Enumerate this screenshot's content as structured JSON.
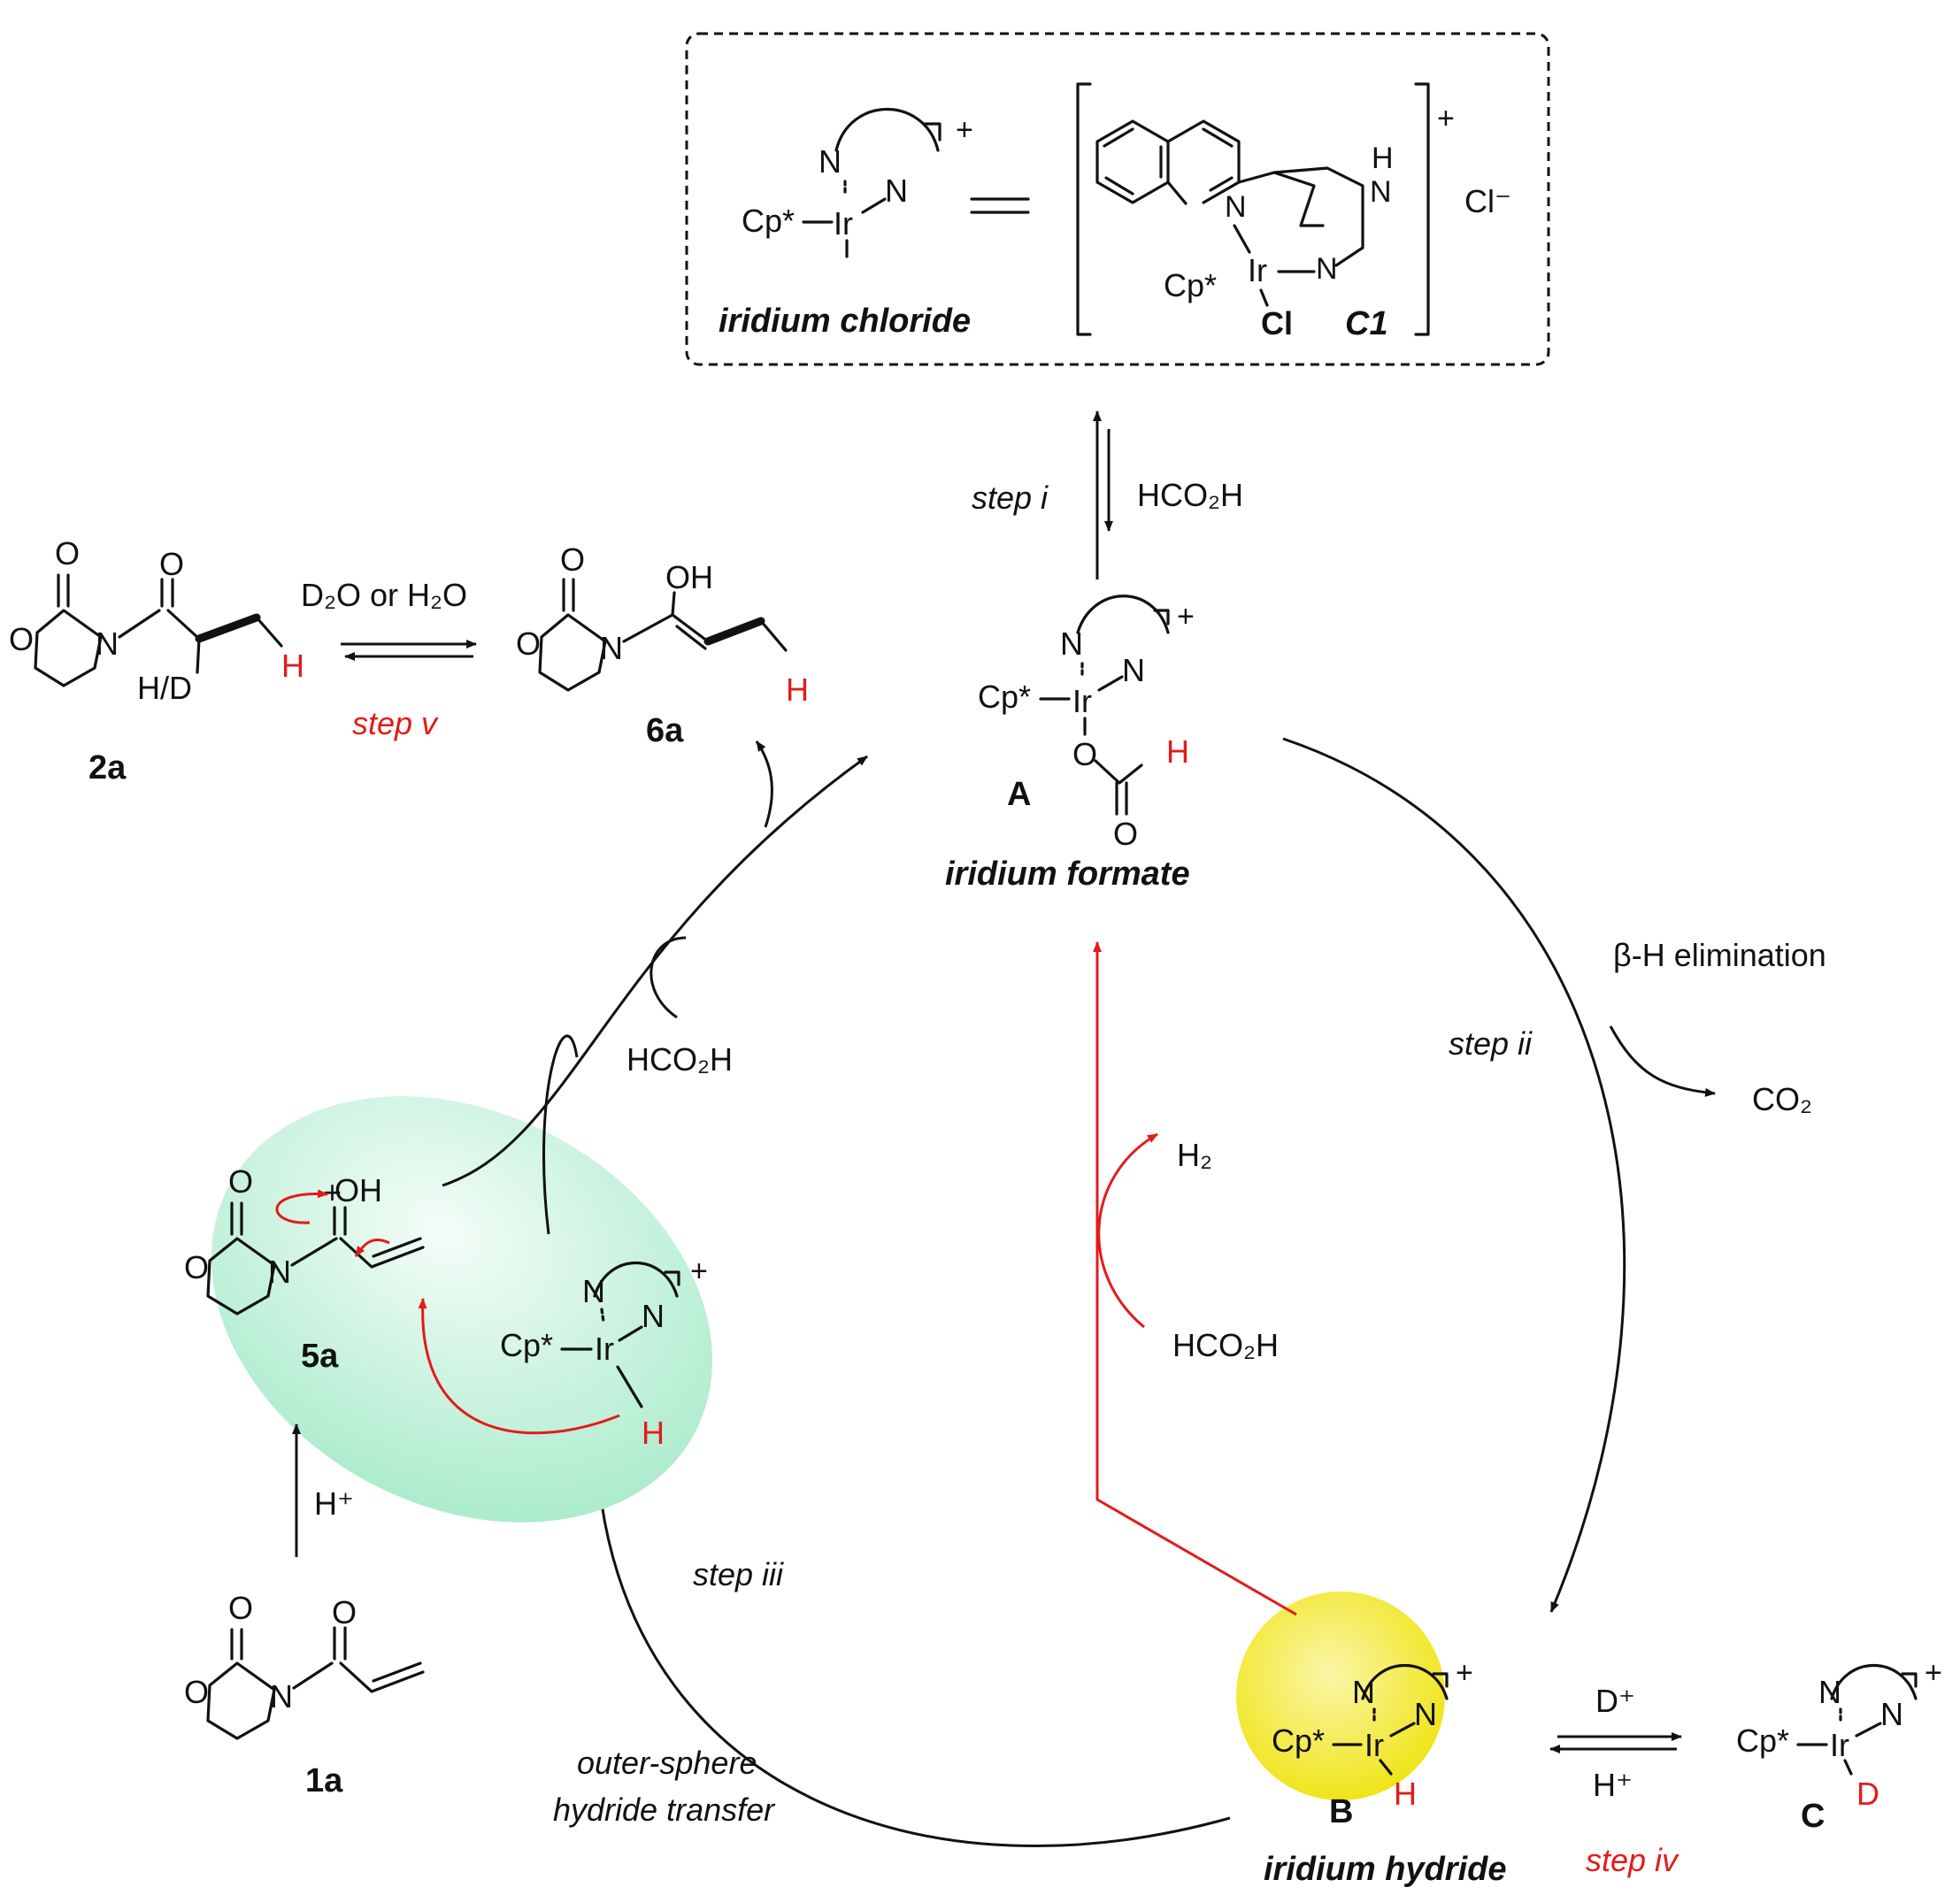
{
  "legend_box": {
    "catalyst_label": "iridium chloride",
    "catalyst_id": "C1",
    "charge": "+",
    "counterion": "Cl⁻",
    "atoms": {
      "n": "N",
      "nh": "H",
      "ir": "Ir",
      "cl": "Cl",
      "cp": "Cp*"
    }
  },
  "step_i": {
    "label": "step i",
    "reagent": "HCO₂H"
  },
  "intermediate_a": {
    "id": "A",
    "name": "iridium formate"
  },
  "intermediate_b": {
    "id": "B",
    "name": "iridium hydride"
  },
  "intermediate_c": {
    "id": "C"
  },
  "step_ii": {
    "label": "step ii",
    "desc": "β-H elimination",
    "byproduct": "CO₂"
  },
  "step_iii": {
    "label": "step iii",
    "desc_line1": "outer-sphere",
    "desc_line2": "hydride transfer"
  },
  "step_iv": {
    "label": "step iv",
    "forward": "D⁺",
    "reverse": "H⁺"
  },
  "step_v": {
    "label": "step v",
    "reagent": "D₂O or H₂O"
  },
  "side_path": {
    "reagent": "HCO₂H",
    "product": "H₂"
  },
  "recycle": {
    "reagent": "HCO₂H"
  },
  "compounds": {
    "c1a": "1a",
    "c5a": "5a",
    "c6a": "6a",
    "c2a": "2a",
    "protonation": "H⁺",
    "hd": "H/D",
    "oh": "OH",
    "oh_plus": "+"
  },
  "atoms": {
    "o": "O",
    "n": "N",
    "ir": "Ir",
    "cp": "Cp*",
    "h": "H",
    "d": "D",
    "plus": "+"
  },
  "colors": {
    "accent_red": "#e31b1b",
    "ellipse_green": "#bff0d8",
    "circle_yellow": "#f4ea1c"
  }
}
